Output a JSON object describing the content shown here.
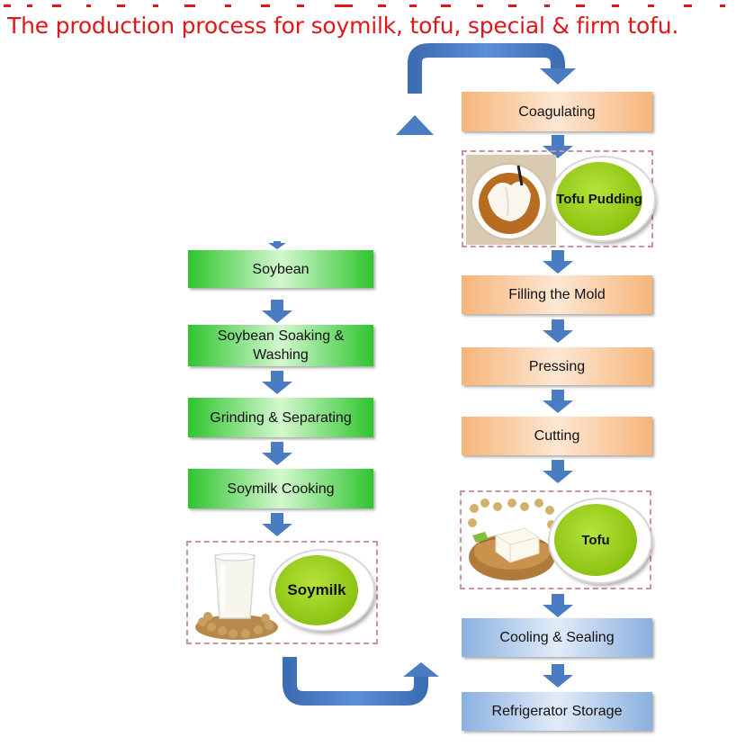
{
  "title": "The production process for soymilk, tofu, special & firm tofu.",
  "colors": {
    "title": "#e0161b",
    "arrow": "#4a7cc2",
    "green_step": "#2ec52e",
    "orange_step": "#f6b57a",
    "blue_step": "#8ab0e0",
    "frame": "#c9959a",
    "badge": "#8cc312"
  },
  "left_column": {
    "steps": [
      "Soybean",
      "Soybean Soaking & Washing",
      "Grinding & Separating",
      "Soymilk Cooking"
    ],
    "product_badge": "Soymilk",
    "product_icons": [
      "glass-of-soymilk-icon",
      "soybean-pile-icon"
    ]
  },
  "right_column": {
    "step_coagulating": "Coagulating",
    "badge_pudding": "Tofu Pudding",
    "pudding_icons": [
      "tofu-pudding-bowl-icon"
    ],
    "step_filling": "Filling the Mold",
    "step_pressing": "Pressing",
    "step_cutting": "Cutting",
    "badge_tofu": "Tofu",
    "tofu_icons": [
      "tofu-block-basket-icon"
    ],
    "step_cooling": "Cooling & Sealing",
    "step_storage": "Refrigerator Storage"
  }
}
